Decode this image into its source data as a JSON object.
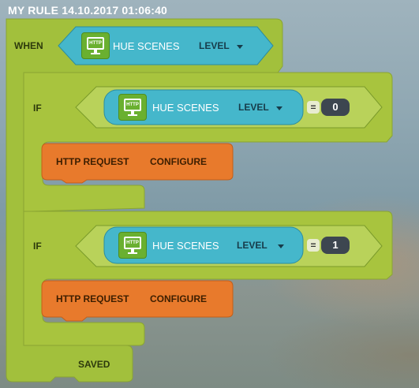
{
  "rule_title": "MY RULE 14.10.2017 01:06:40",
  "when": {
    "label": "WHEN",
    "device_icon": "http-monitor-icon",
    "icon_text": "HTTP",
    "device_name": "HUE SCENES",
    "property": "LEVEL"
  },
  "conditions": [
    {
      "label": "IF",
      "icon_text": "HTTP",
      "device_name": "HUE SCENES",
      "property": "LEVEL",
      "operator": "=",
      "value": "0",
      "action": {
        "name": "HTTP REQUEST",
        "verb": "CONFIGURE"
      }
    },
    {
      "label": "IF",
      "icon_text": "HTTP",
      "device_name": "HUE SCENES",
      "property": "LEVEL",
      "operator": "=",
      "value": "1",
      "action": {
        "name": "HTTP REQUEST",
        "verb": "CONFIGURE"
      }
    }
  ],
  "status": "SAVED",
  "colors": {
    "rule_block": "#a2c03c",
    "device_block": "#45b7cb",
    "action_block": "#e87a2c",
    "icon": "#6ab030"
  }
}
